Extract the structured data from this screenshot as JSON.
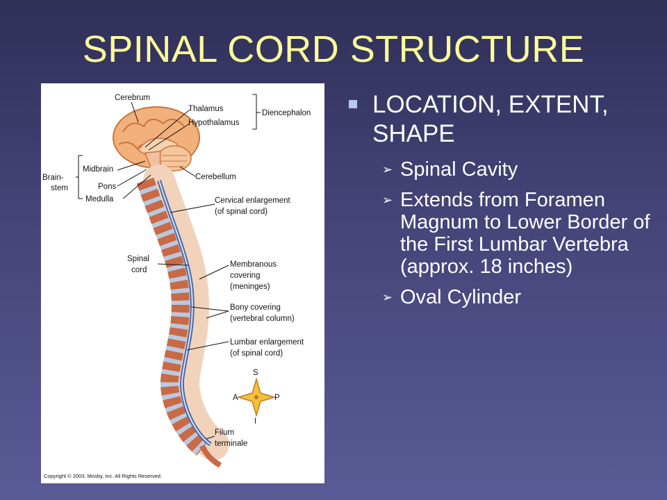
{
  "slide": {
    "title": "SPINAL CORD STRUCTURE"
  },
  "figure": {
    "labels": {
      "cerebrum": "Cerebrum",
      "thalamus": "Thalamus",
      "hypothalamus": "Hypothalamus",
      "diencephalon": "Diencephalon",
      "midbrain": "Midbrain",
      "brainstem_1": "Brain-",
      "brainstem_2": "stem",
      "pons": "Pons",
      "medulla": "Medulla",
      "cerebellum": "Cerebellum",
      "cervical_1": "Cervical enlargement",
      "cervical_2": "(of spinal cord)",
      "spinal_1": "Spinal",
      "spinal_2": "cord",
      "membranous_1": "Membranous",
      "membranous_2": "covering",
      "membranous_3": "(meninges)",
      "bony_1": "Bony covering",
      "bony_2": "(vertebral column)",
      "lumbar_1": "Lumbar enlargement",
      "lumbar_2": "(of spinal cord)",
      "compass_s": "S",
      "compass_a": "A",
      "compass_p": "P",
      "compass_i": "I",
      "filum_1": "Filum",
      "filum_2": "terminale"
    },
    "copyright": "Copyright © 2003, Mosby, Inc. All Rights Reserved."
  },
  "content": {
    "main_bullet": "LOCATION, EXTENT, SHAPE",
    "sub_bullets": [
      "Spinal Cavity",
      "Extends from Foramen Magnum to Lower Border of the First Lumbar Vertebra (approx. 18 inches)",
      "Oval Cylinder"
    ]
  },
  "colors": {
    "title": "#ffff99",
    "text": "#ffffff",
    "bullet_marker": "#b9c6f0",
    "background_top": "#2f2f58",
    "background_bottom": "#5a5a96"
  }
}
